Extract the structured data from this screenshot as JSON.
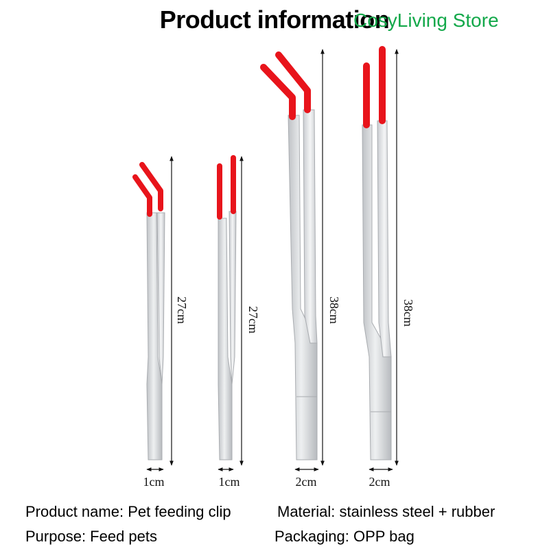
{
  "header": {
    "title": "Product information",
    "store_watermark": "CosyLiving Store"
  },
  "products": [
    {
      "length_label": "27cm",
      "width_label": "1cm",
      "tip": "bent",
      "tip_color": "#e8141b"
    },
    {
      "length_label": "27cm",
      "width_label": "1cm",
      "tip": "straight",
      "tip_color": "#e8141b"
    },
    {
      "length_label": "38cm",
      "width_label": "2cm",
      "tip": "bent",
      "tip_color": "#e8141b"
    },
    {
      "length_label": "38cm",
      "width_label": "2cm",
      "tip": "straight",
      "tip_color": "#e8141b"
    }
  ],
  "specs": {
    "product_name": "Product name: Pet feeding clip",
    "material": "Material: stainless steel + rubber",
    "purpose": "Purpose: Feed pets",
    "packaging": "Packaging: OPP bag"
  },
  "colors": {
    "rubber_tip": "#e8141b",
    "steel": "#d6d8db",
    "watermark": "#13a84a"
  }
}
